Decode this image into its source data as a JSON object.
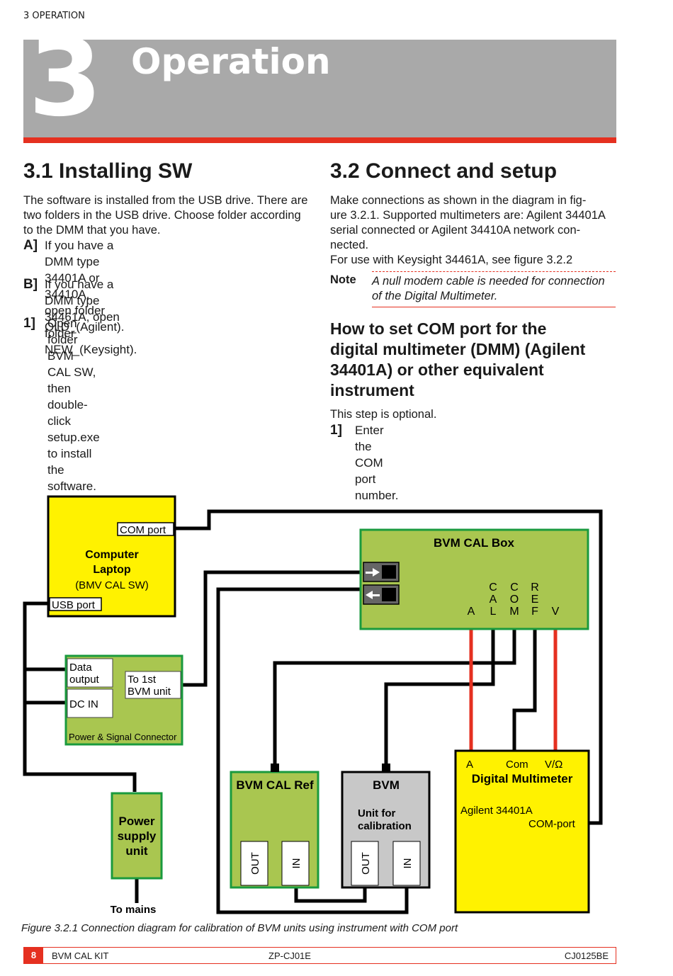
{
  "running_head": "3 OPERATION",
  "chapter": {
    "number": "3",
    "title": "Operation"
  },
  "sec1": {
    "heading": "3.1 Installing SW",
    "intro": [
      "The software is installed from the USB drive. There are",
      "two folders in the USB drive. Choose folder according",
      "to the DMM that you have."
    ],
    "steps": [
      {
        "marker": "A]",
        "lines": [
          "If you have a DMM type 34401A or 34410A,",
          "open folder OLD_(Agilent)."
        ]
      },
      {
        "marker": "B]",
        "lines": [
          "If you have a DMM type 34461A, open folder",
          "NEW_(Keysight)."
        ]
      },
      {
        "marker": "1]",
        "lines": [
          "Open folder BVM CAL SW, then double-click",
          "setup.exe to install the software."
        ]
      }
    ]
  },
  "sec2": {
    "heading": "3.2 Connect and setup",
    "intro": [
      "Make connections as shown in the diagram in fig-",
      "ure 3.2.1. Supported multimeters are: Agilent 34401A",
      "serial connected or Agilent 34410A network con-",
      "nected.",
      "For use with Keysight 34461A, see figure 3.2.2"
    ],
    "note_label": "Note",
    "note_lines": [
      "A null modem cable is needed for connection",
      "of the Digital Multimeter."
    ],
    "subheading_lines": [
      "How to set COM port for the",
      "digital multimeter (DMM) (Agilent",
      "34401A) or other equivalent",
      "instrument"
    ],
    "optional": "This step is optional.",
    "step": {
      "marker": "1]",
      "text": "Enter the COM port number."
    }
  },
  "diagram": {
    "laptop": {
      "com_port": "COM port",
      "title1": "Computer",
      "title2": "Laptop",
      "sw": "(BMV CAL SW)",
      "usb_port": "USB port"
    },
    "connector": {
      "data_output1": "Data",
      "data_output2": "output",
      "to1": "To 1st",
      "to2": "BVM unit",
      "dc_in": "DC IN",
      "label": "Power & Signal Connector"
    },
    "psu": {
      "l1": "Power",
      "l2": "supply",
      "l3": "unit",
      "mains": "To mains"
    },
    "cal_box": {
      "title": "BVM CAL Box",
      "terminals": [
        "A",
        "CAL",
        "COM",
        "REF",
        "V"
      ]
    },
    "cal_ref": {
      "title": "BVM CAL Ref",
      "out": "OUT",
      "in": "IN"
    },
    "bvm": {
      "title": "BVM",
      "sub1": "Unit for",
      "sub2": "calibration",
      "out": "OUT",
      "in": "IN"
    },
    "dmm": {
      "a": "A",
      "com": "Com",
      "v": "V/Ω",
      "title": "Digital Multimeter",
      "model": "Agilent 34401A",
      "port": "COM-port"
    },
    "colors": {
      "yellow": "#fff200",
      "green_fill": "#a9c650",
      "green_border": "#1a9a3e",
      "gray": "#c8c8c8",
      "red_wire": "#e53020"
    }
  },
  "caption": "Figure 3.2.1 Connection diagram for calibration of BVM units using instrument with COM port",
  "footer": {
    "page": "8",
    "product": "BVM CAL KIT",
    "code": "ZP-CJ01E",
    "doc": "CJ0125BE"
  }
}
